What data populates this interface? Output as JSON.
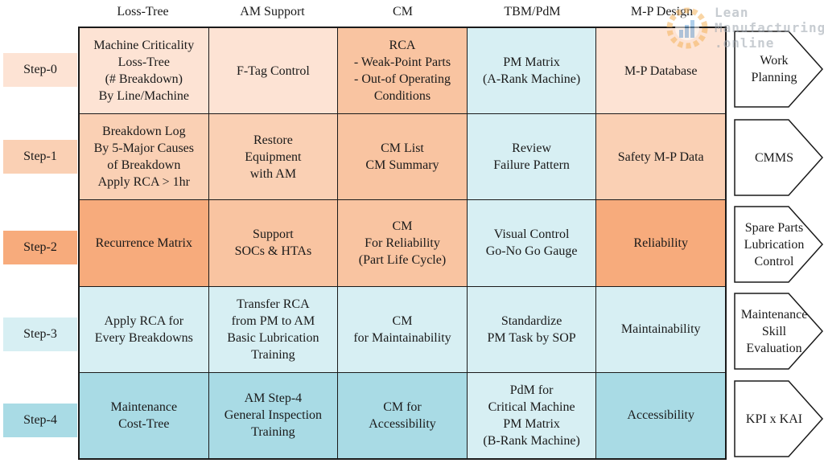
{
  "columns": [
    "Loss-Tree",
    "AM Support",
    "CM",
    "TBM/PdM",
    "M-P Design"
  ],
  "steps": [
    {
      "label": "Step-0",
      "cells": [
        "Machine Criticality\nLoss-Tree\n(# Breakdown)\nBy Line/Machine",
        "F-Tag Control",
        "RCA\n- Weak-Point Parts\n- Out-of Operating\nConditions",
        "PM Matrix\n(A-Rank Machine)",
        "M-P Database"
      ],
      "arrow": "Work\nPlanning"
    },
    {
      "label": "Step-1",
      "cells": [
        "Breakdown Log\nBy 5-Major Causes\nof Breakdown\nApply RCA > 1hr",
        "Restore\nEquipment\nwith AM",
        "CM List\nCM Summary",
        "Review\nFailure Pattern",
        "Safety M-P Data"
      ],
      "arrow": "CMMS"
    },
    {
      "label": "Step-2",
      "cells": [
        "Recurrence Matrix",
        "Support\nSOCs & HTAs",
        "CM\nFor Reliability\n(Part Life Cycle)",
        "Visual Control\nGo-No Go Gauge",
        "Reliability"
      ],
      "arrow": "Spare Parts\nLubrication\nControl"
    },
    {
      "label": "Step-3",
      "cells": [
        "Apply RCA for\nEvery Breakdowns",
        "Transfer RCA\nfrom PM to AM\nBasic Lubrication\nTraining",
        "CM\nfor Maintainability",
        "Standardize\nPM Task by SOP",
        "Maintainability"
      ],
      "arrow": "Maintenance\nSkill\nEvaluation"
    },
    {
      "label": "Step-4",
      "cells": [
        "Maintenance\nCost-Tree",
        "AM Step-4\nGeneral Inspection\nTraining",
        "CM for\nAccessibility",
        "PdM for\nCritical Machine\nPM Matrix\n(B-Rank Machine)",
        "Accessibility"
      ],
      "arrow": "KPI x KAI"
    }
  ],
  "cell_colors": [
    [
      "#fde3d4",
      "#fde3d4",
      "#f9c4a1",
      "#d7eff3",
      "#fde3d4"
    ],
    [
      "#fad0b4",
      "#fad0b4",
      "#f9c4a1",
      "#d7eff3",
      "#fad0b4"
    ],
    [
      "#f7ab7c",
      "#f9c4a1",
      "#f9c4a1",
      "#d7eff3",
      "#f7ab7c"
    ],
    [
      "#d7eff3",
      "#d7eff3",
      "#d7eff3",
      "#d7eff3",
      "#d7eff3"
    ],
    [
      "#a9dbe5",
      "#a9dbe5",
      "#a9dbe5",
      "#d7eff3",
      "#a9dbe5"
    ]
  ],
  "step_label_colors": [
    "#fde3d4",
    "#fad0b4",
    "#f7ab7c",
    "#d7eff3",
    "#a9dbe5"
  ],
  "watermark": {
    "line1": "Lean",
    "line2": "Manufacturing",
    "line3": ".online",
    "icon": "gear-chart-icon"
  }
}
